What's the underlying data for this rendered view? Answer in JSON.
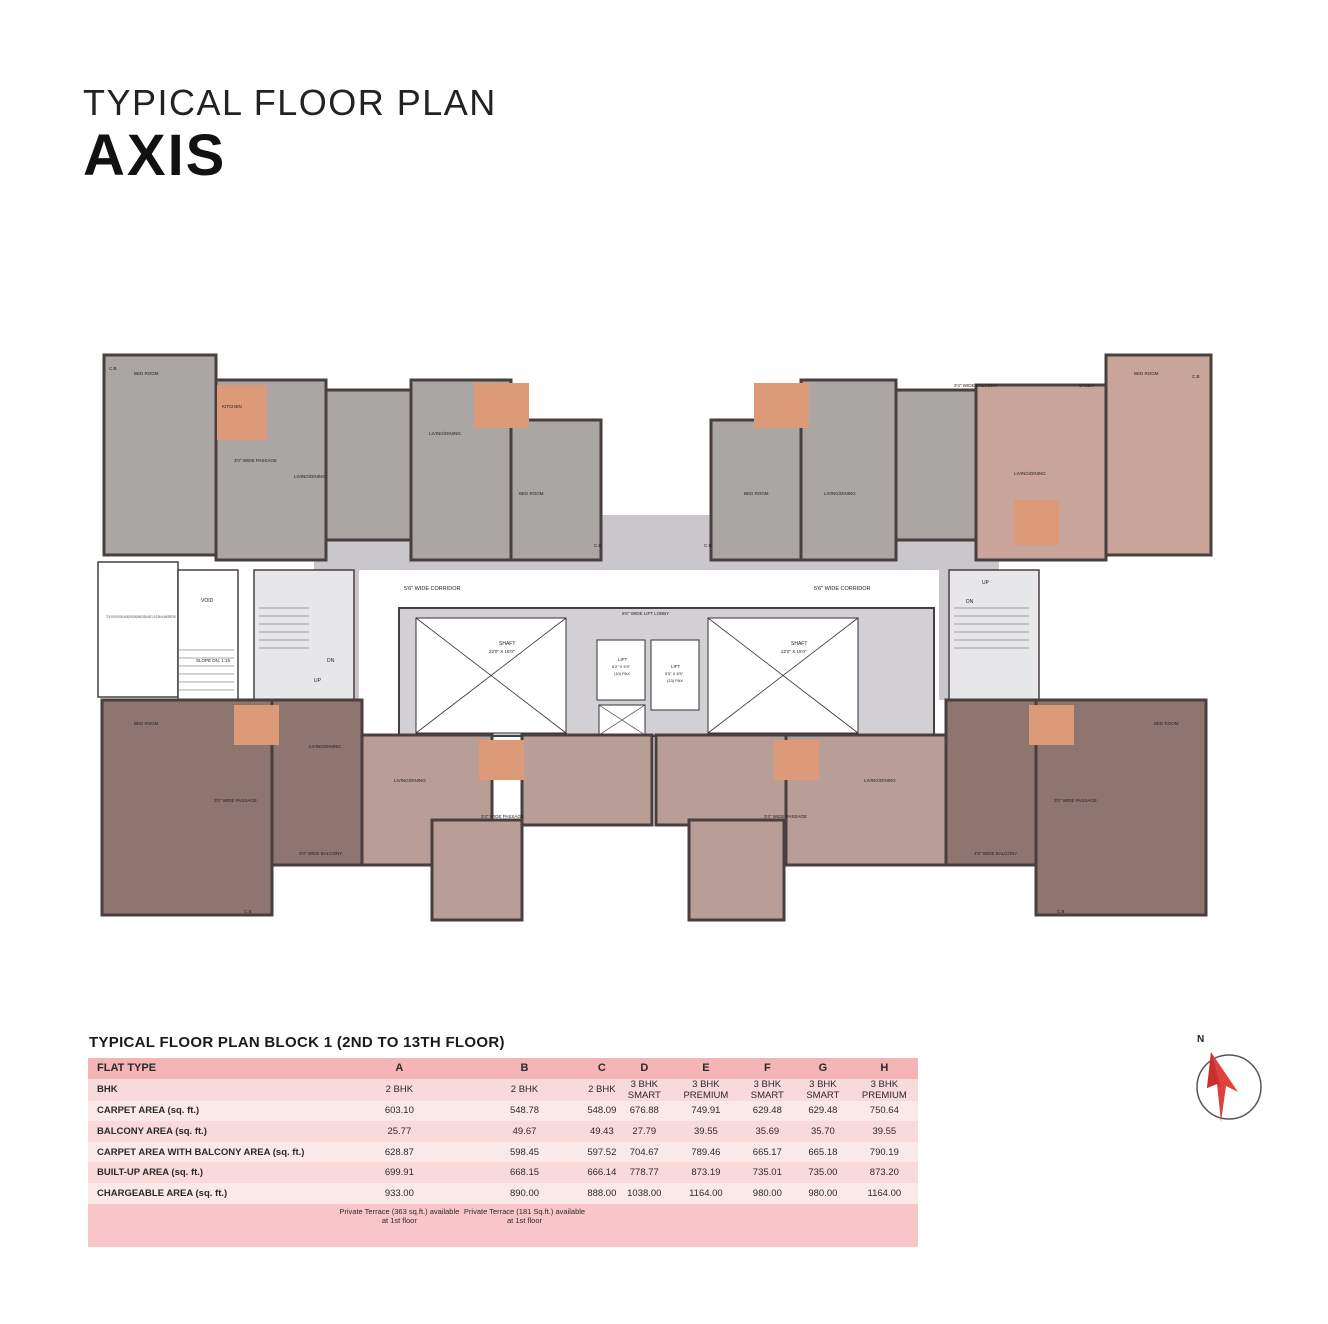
{
  "header": {
    "title_line1": "TYPICAL FLOOR  PLAN",
    "title_line2": "AXIS"
  },
  "plan": {
    "corridor_left": "5'6\" WIDE CORRIDOR",
    "corridor_right": "5'6\" WIDE CORRIDOR",
    "lift_lobby": "6'6\" WIDE LIFT LOBBY",
    "shaft_label": "SHAFT",
    "shaft_size": "22'0\" X 16'0\"",
    "lift_left": "LIFT",
    "lift_left_size": "6'2\" X 5'9\"",
    "lift_left_pax": "(10) PAX",
    "lift_right": "LIFT",
    "lift_right_size": "5'5\" X 8'5\"",
    "lift_right_pax": "(13) PAX",
    "void": "VOID",
    "slope": "SLOPE DN. 1:15",
    "up": "UP",
    "dn": "DN",
    "ttp_note": "T.T.P. AT +35.3 M. (9TH FLOOR) & +40.92M (13TH FLOOR)OF AREA 22.16SQ.M. AND T.T.O. AT +35.706M & +41.306M. RESPECTIVELY",
    "cb": "C.B",
    "rooms": {
      "bed_room": "BED ROOM",
      "kitchen": "KITCHEN",
      "toilet": "TOILET",
      "living_dining": "LIVING/DINING",
      "balcony_4": "4'0\" WIDE BALCONY",
      "balcony_3": "3'4\" WIDE BALCONY",
      "passage": "3'0\" WIDE PASSAGE",
      "passage_b": "3'4\" WIDE PASSAGE",
      "study": "STUDY"
    }
  },
  "compass": {
    "letter": "N"
  },
  "table": {
    "heading": "TYPICAL FLOOR PLAN BLOCK 1 (2ND TO 13TH FLOOR)",
    "header_label": "FLAT TYPE",
    "columns": [
      "A",
      "B",
      "C",
      "D",
      "E",
      "F",
      "G",
      "H"
    ],
    "rows": [
      {
        "label": "BHK",
        "values": [
          "2 BHK",
          "2 BHK",
          "2 BHK",
          "3 BHK SMART",
          "3 BHK PREMIUM",
          "3 BHK SMART",
          "3 BHK SMART",
          "3 BHK PREMIUM"
        ]
      },
      {
        "label": "CARPET AREA (sq. ft.)",
        "values": [
          "603.10",
          "548.78",
          "548.09",
          "676.88",
          "749.91",
          "629.48",
          "629.48",
          "750.64"
        ]
      },
      {
        "label": "BALCONY AREA (sq. ft.)",
        "values": [
          "25.77",
          "49.67",
          "49.43",
          "27.79",
          "39.55",
          "35.69",
          "35.70",
          "39.55"
        ]
      },
      {
        "label": "CARPET AREA WITH BALCONY AREA (sq. ft.)",
        "values": [
          "628.87",
          "598.45",
          "597.52",
          "704.67",
          "789.46",
          "665.17",
          "665.18",
          "790.19"
        ]
      },
      {
        "label": "BUILT-UP AREA (sq. ft.)",
        "values": [
          "699.91",
          "668.15",
          "666.14",
          "778.77",
          "873.19",
          "735.01",
          "735.00",
          "873.20"
        ]
      },
      {
        "label": "CHARGEABLE AREA (sq. ft.)",
        "values": [
          "933.00",
          "890.00",
          "888.00",
          "1038.00",
          "1164.00",
          "980.00",
          "980.00",
          "1164.00"
        ]
      }
    ],
    "notes": [
      "Private Terrace (363 sq.ft.) available at 1st floor",
      "Private Terrace (181 Sq.ft.) available at 1st floor",
      "",
      "",
      "",
      "",
      "",
      ""
    ]
  },
  "colors": {
    "wall": "#4a3f3f",
    "corridor": "#c9c7cc",
    "unit_grey": "#a9a6a3",
    "unit_mauve": "#b89e97",
    "unit_dark": "#8e7570",
    "kitchen": "#dd9a78",
    "header_pink": "#f5b4b6",
    "row_pink": "#f9dadb",
    "compass_red": "#e0413a"
  }
}
